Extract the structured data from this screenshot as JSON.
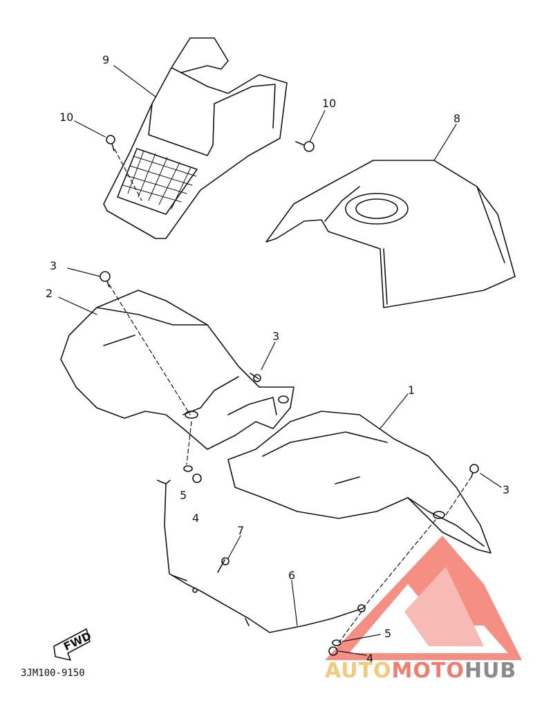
{
  "diagram": {
    "callouts": [
      "9",
      "10",
      "10",
      "8",
      "3",
      "2",
      "3",
      "1",
      "3",
      "5",
      "4",
      "7",
      "6",
      "5",
      "4"
    ],
    "fwd_label": "FWD",
    "part_code": "3JM100-9150"
  },
  "watermark": {
    "auto": "AUTO",
    "moto": "MOTO",
    "hub": "HUB",
    "colors": {
      "auto": "#f5c97a",
      "moto": "#ee7c6f",
      "hub": "#8a8a8a",
      "logo": "#f26a5c"
    }
  }
}
